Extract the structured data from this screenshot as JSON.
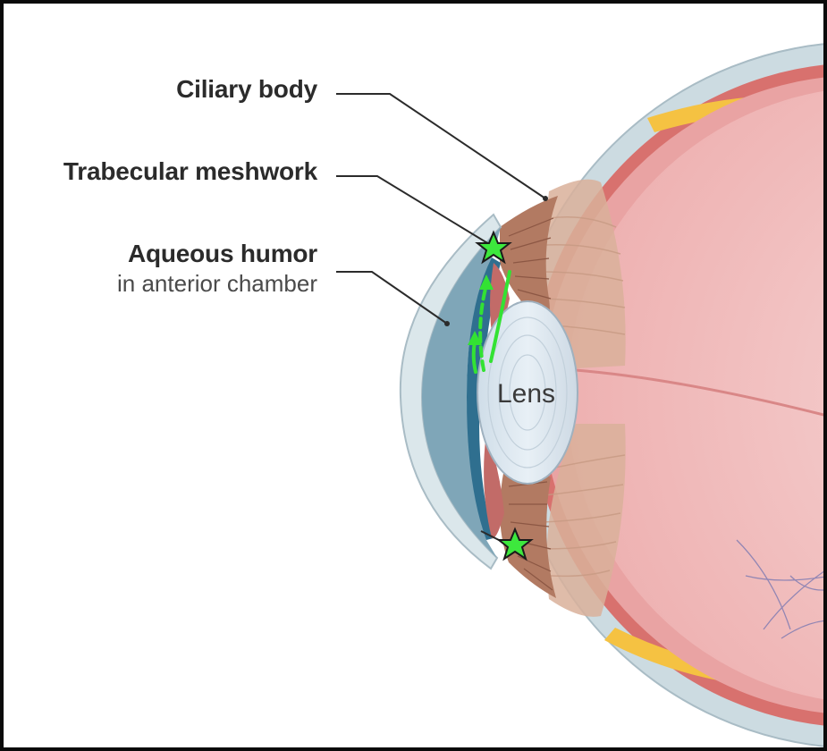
{
  "labels": {
    "ciliary_body": "Ciliary body",
    "trabecular_meshwork": "Trabecular meshwork",
    "aqueous_humor": "Aqueous humor",
    "aqueous_humor_sub": "in anterior chamber",
    "lens": "Lens"
  },
  "colors": {
    "sclera": "#c8d6dc",
    "choroid": "#d9706d",
    "retina": "#f0b9b9",
    "vitreous": "#f3c9c9",
    "cornea": "#dde8ec",
    "anterior_chamber": "#7fa6b8",
    "iris": "#2f6f8f",
    "lens": "#dfe9f1",
    "yellow_layer": "#f5c242",
    "marker_green": "#3de83d"
  },
  "icons": {
    "trabecular_top_marker": "star-icon",
    "trabecular_bottom_marker": "star-icon",
    "flow_arrow": "arrow-icon"
  }
}
